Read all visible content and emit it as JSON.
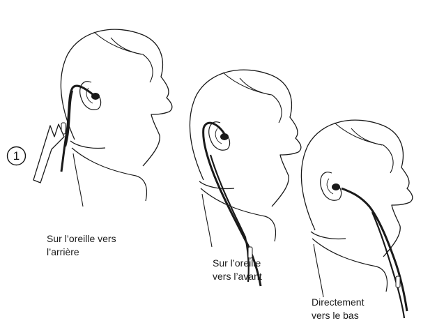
{
  "step_marker": "1",
  "figures": [
    {
      "caption_line1": "Sur l’oreille vers",
      "caption_line2": "l’arrière"
    },
    {
      "caption_line1": "Sur l’oreille",
      "caption_line2": "vers l’avant"
    },
    {
      "caption_line1": "Directement",
      "caption_line2": "vers le bas"
    }
  ],
  "colors": {
    "ink": "#1a1a1a",
    "background": "#ffffff"
  }
}
